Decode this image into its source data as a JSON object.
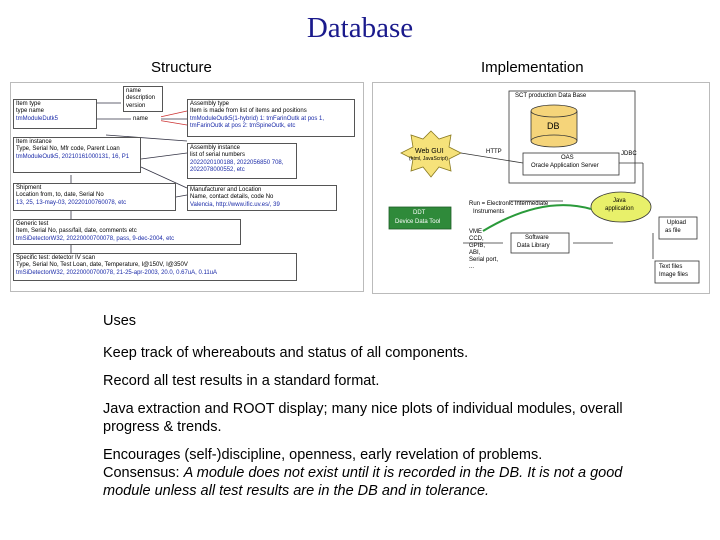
{
  "slide": {
    "title": "Database",
    "structure_heading": "Structure",
    "implementation_heading": "Implementation"
  },
  "structure": {
    "item_type_box": [
      "Item type",
      "type name",
      "tmModuleDutk5"
    ],
    "top_small_box": [
      "name",
      "description",
      "version"
    ],
    "arrow_label": "name",
    "item_instance_box": [
      "Item instance",
      "Type, Serial No, Mfr code, Parent Loan",
      "tmModuleOutk5, 20210161000131, 16, P1"
    ],
    "assembly_type_box": [
      "Assembly type",
      "Item is made from list of items and positions",
      "tmModuleOutk5(1-hybrid) 1: tmFarinOutk at pos 1,",
      "tmFarinOutk at pos 2: tmSpineOutk, etc"
    ],
    "assembly_instance_box": [
      "Assembly instance",
      "list of serial numbers",
      "2022020100188, 2022056850 708,",
      "2022078000552, etc"
    ],
    "shipment_box": [
      "Shipment",
      "Location from, to, date, Serial No",
      "13, 25, 13-may-03, 20220100760078, etc"
    ],
    "manufacturer_box": [
      "Manufacturer and Location",
      "Name, contact details, code No",
      "Valencia, http://www.ific.uv.es/, 39"
    ],
    "generic_test_box": [
      "Generic test",
      "Item, Serial No, pass/fail, date, comments etc",
      "tmSiDetectorW32, 20220000700078, pass, 9-dec-2004, etc"
    ],
    "specific_test_box": [
      "Specific test: detector IV scan",
      "Type, Serial No, Test Loan, date, Temperature, I@150V, I@350V",
      "tmSiDetectorW32, 20220000700078, 21-25-apr-2003, 20.0, 0.67uA, 0.11uA"
    ]
  },
  "implementation": {
    "sct_db_label": "SCT production Data Base",
    "db_label": "DB",
    "http_label": "HTTP",
    "jdbc_label": "JDBC",
    "oas_label": [
      "OAS",
      "Oracle Application Server"
    ],
    "web_gui_label": "Web GUI",
    "web_gui_sub": "(html, JavaScript)",
    "ddt_box": [
      "DDT",
      "Device Data Tool"
    ],
    "run_label": [
      "Run = Electronic Intermediate",
      "Instruments"
    ],
    "vme_list": [
      "VME",
      "CCD,",
      "GPIB,",
      "ABI,",
      "Serial port,",
      "..."
    ],
    "java_label": [
      "Java",
      "application"
    ],
    "software_label": [
      "Software",
      "Data Library"
    ],
    "upload_label": [
      "Upload",
      "as file"
    ],
    "text_files_label": [
      "Text files",
      "Image files"
    ]
  },
  "uses": {
    "heading": "Uses",
    "p1": "Keep track of whereabouts and status of all components.",
    "p2": "Record all test results in a standard format.",
    "p3": "Java extraction and ROOT display; many nice plots of individual modules, overall progress & trends.",
    "p4_line1": "Encourages (self-)discipline, openness, early revelation of problems.",
    "p4_prefix": "Consensus: ",
    "p4_italic": "A module does not exist until it is recorded in the DB. It is not a good module unless all test results are in the DB and in tolerance."
  },
  "colors": {
    "title": "#1a1a8c",
    "sun_fill": "#f6e27a",
    "db_fill": "#f5d47a",
    "java_fill": "#e8f06a",
    "ddt_fill": "#2f8a3a",
    "arrow_green": "#2a9a3a"
  }
}
